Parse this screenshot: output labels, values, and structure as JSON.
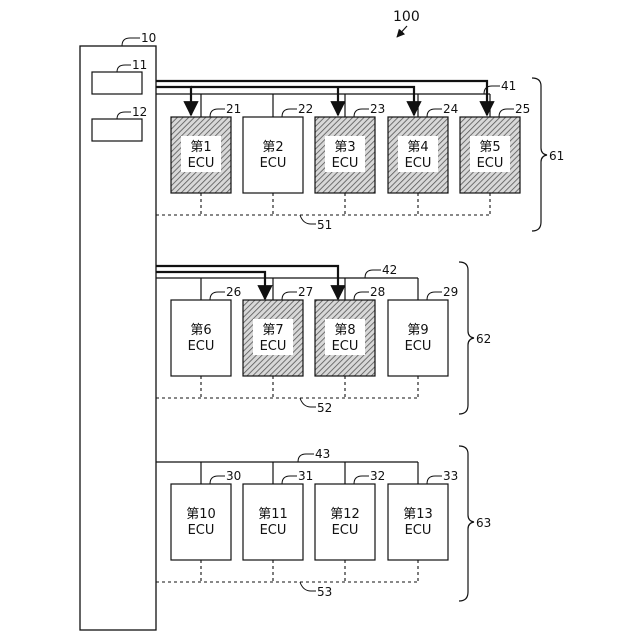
{
  "figure_number": "100",
  "controller": {
    "ref": "10",
    "sub_a": "11",
    "sub_b": "12"
  },
  "groups": [
    {
      "bracket": "61",
      "main_bus": "41",
      "sub_bus": "51",
      "ecus": [
        {
          "line1": "第1",
          "line2": "ECU",
          "ref": "21",
          "hatched": true
        },
        {
          "line1": "第2",
          "line2": "ECU",
          "ref": "22",
          "hatched": false
        },
        {
          "line1": "第3",
          "line2": "ECU",
          "ref": "23",
          "hatched": true
        },
        {
          "line1": "第4",
          "line2": "ECU",
          "ref": "24",
          "hatched": true
        },
        {
          "line1": "第5",
          "line2": "ECU",
          "ref": "25",
          "hatched": true
        }
      ]
    },
    {
      "bracket": "62",
      "main_bus": "42",
      "sub_bus": "52",
      "ecus": [
        {
          "line1": "第6",
          "line2": "ECU",
          "ref": "26",
          "hatched": false
        },
        {
          "line1": "第7",
          "line2": "ECU",
          "ref": "27",
          "hatched": true
        },
        {
          "line1": "第8",
          "line2": "ECU",
          "ref": "28",
          "hatched": true
        },
        {
          "line1": "第9",
          "line2": "ECU",
          "ref": "29",
          "hatched": false
        }
      ]
    },
    {
      "bracket": "63",
      "main_bus": "43",
      "sub_bus": "53",
      "ecus": [
        {
          "line1": "第10",
          "line2": "ECU",
          "ref": "30",
          "hatched": false
        },
        {
          "line1": "第11",
          "line2": "ECU",
          "ref": "31",
          "hatched": false
        },
        {
          "line1": "第12",
          "line2": "ECU",
          "ref": "32",
          "hatched": false
        },
        {
          "line1": "第13",
          "line2": "ECU",
          "ref": "33",
          "hatched": false
        }
      ]
    }
  ]
}
